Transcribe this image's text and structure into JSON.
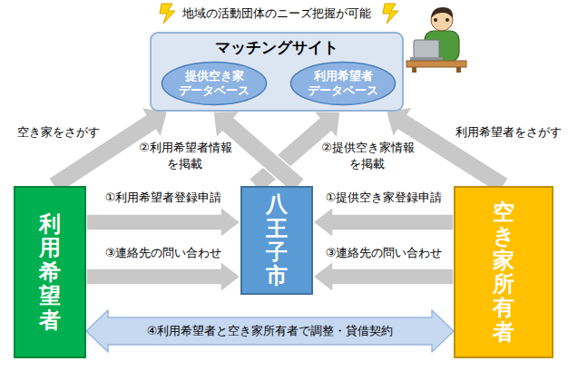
{
  "diagram": {
    "nodes": [
      {
        "text": [
          "マッチングサイト"
        ]
      },
      {
        "text": [
          "提供空き家 データベース"
        ],
        "in": 0
      },
      {
        "text": [
          "利用希望者 データベース"
        ],
        "in": 0
      },
      {
        "text": [
          "利用希望者"
        ]
      },
      {
        "text": [
          "八王子市"
        ]
      },
      {
        "text": [
          "空き家所有者"
        ]
      }
    ],
    "edges": [
      {
        "from": 3,
        "to": 0,
        "label": "空き家をさがす",
        "arrow": "to"
      },
      {
        "from": 5,
        "to": 0,
        "label": "利用希望者をさがす",
        "arrow": "to"
      },
      {
        "from": 4,
        "to": 0,
        "label": "②利用希望者情報を掲載",
        "arrow": "to"
      },
      {
        "from": 4,
        "to": 0,
        "label": "②提供空き家情報を掲載",
        "arrow": "to"
      },
      {
        "from": 3,
        "to": 4,
        "label": "①利用希望者登録申請",
        "arrow": "to"
      },
      {
        "from": 3,
        "to": 4,
        "label": "③連絡先の問い合わせ",
        "arrow": "to"
      },
      {
        "from": 5,
        "to": 4,
        "label": "①提供空き家登録申請",
        "arrow": "to"
      },
      {
        "from": 5,
        "to": 4,
        "label": "③連絡先の問い合わせ",
        "arrow": "to"
      },
      {
        "from": 3,
        "to": 5,
        "label": "④利用希望者と空き家所有者で調整・貸借契約",
        "arrow": "both"
      }
    ],
    "labels": [
      "地域の活動団体のニーズ把握が可能"
    ]
  }
}
